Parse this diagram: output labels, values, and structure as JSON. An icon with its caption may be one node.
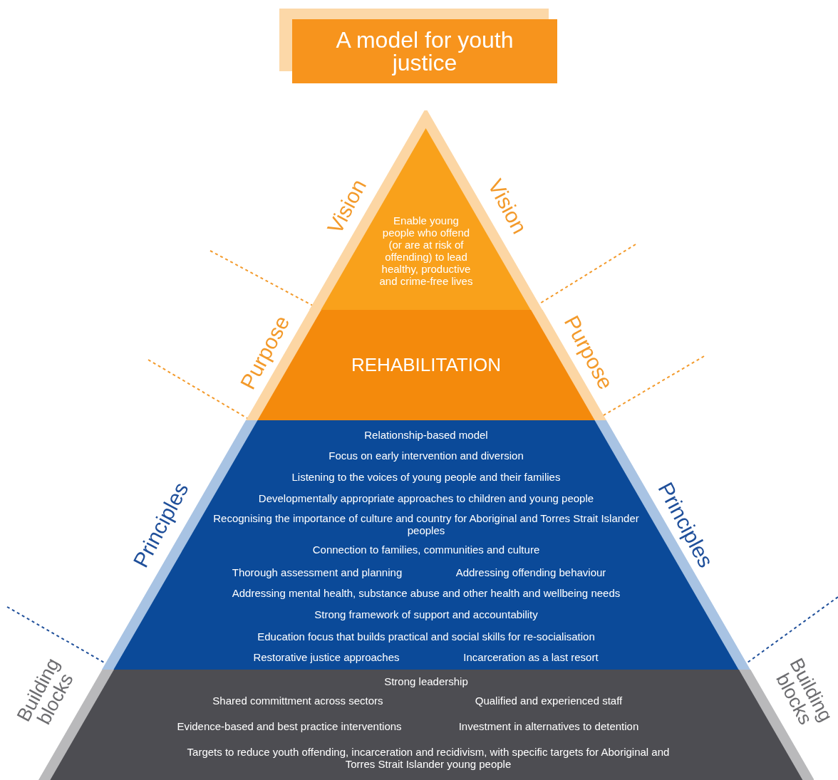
{
  "diagram": {
    "title": "A model for youth justice",
    "nodes": [
      {
        "text": [
          "Enable young people who offend (or are at risk of offending) to lead healthy, productive and crime-free lives"
        ],
        "beside": [
          "Vision",
          "Vision"
        ]
      },
      {
        "text": [
          "REHABILITATION"
        ],
        "beside": [
          "Purpose",
          "Purpose"
        ]
      },
      {
        "text": [
          "Relationship-based model",
          "Focus on early intervention and diversion",
          "Listening to the voices of young people and their families",
          "Developmentally appropriate approaches to children and young people",
          "Recognising the importance of culture and country for Aboriginal and Torres Strait Islander peoples",
          "Connection to families, communities and culture",
          "Thorough assessment and planning",
          "Addressing offending behaviour",
          "Addressing mental health, substance abuse and other health and wellbeing needs",
          "Strong framework of support and accountability",
          "Education focus that builds practical and social skills for re-socialisation",
          "Restorative justice approaches",
          "Incarceration as a last resort"
        ],
        "beside": [
          "Principles",
          "Principles"
        ]
      },
      {
        "text": [
          "Strong leadership",
          "Shared committment across sectors",
          "Qualified and experienced staff",
          "Evidence-based and best practice interventions",
          "Investment in alternatives to detention",
          "Targets to reduce youth offending, incarceration and recidivism, with specific targets for Aboriginal and Torres Strait Islander young people"
        ],
        "beside": [
          "Building blocks",
          "Building blocks"
        ]
      }
    ],
    "edges": []
  }
}
